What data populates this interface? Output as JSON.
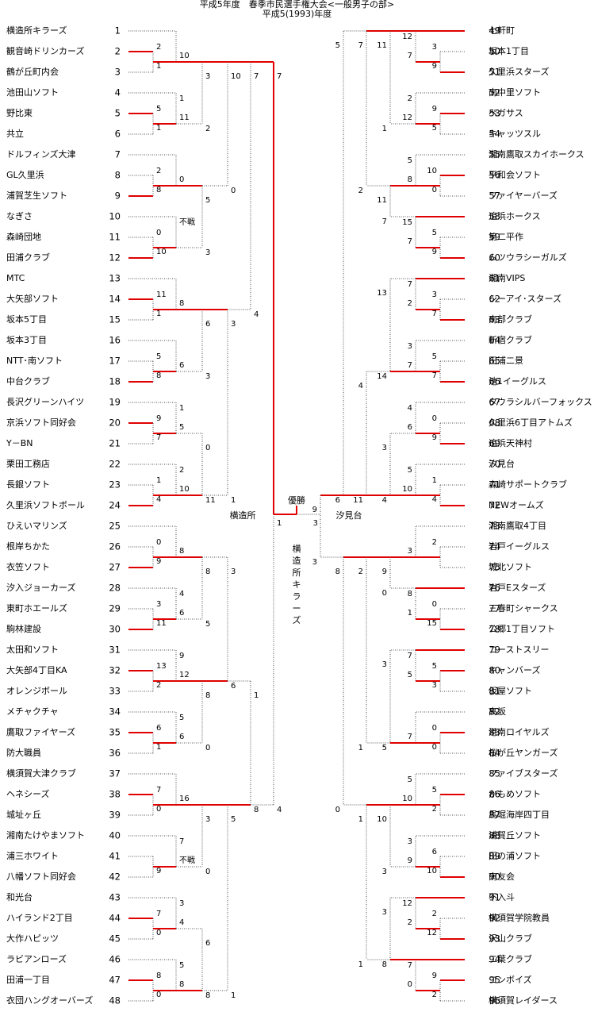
{
  "title": {
    "line1": "平成5年度　春季市民選手権大会<一般男子の部>",
    "line2": "平成5(1993)年度"
  },
  "colors": {
    "winner": "#e00000",
    "loser": "#555555"
  },
  "labels": {
    "champion_label": "優勝",
    "champion_name": "横造所キラーズ",
    "left_finalist": "横造所",
    "right_finalist": "汐見台",
    "forfeit": "不戦"
  },
  "teams": [
    "横造所キラーズ",
    "観音崎ドリンカーズ",
    "鶴が丘町内会",
    "池田山ソフト",
    "野比東",
    "共立",
    "ドルフィンズ大津",
    "GL久里浜",
    "浦賀芝生ソフト",
    "なぎさ",
    "森崎団地",
    "田浦クラブ",
    "MTC",
    "大矢部ソフト",
    "坂本5丁目",
    "坂本3丁目",
    "NTT･南ソフト",
    "中台クラブ",
    "長沢グリーンハイツ",
    "京浜ソフト同好会",
    "Y－BN",
    "栗田工務店",
    "長銀ソフト",
    "久里浜ソフトボール",
    "ひえいマリンズ",
    "根岸ちかた",
    "衣笠ソフト",
    "汐入ジョーカーズ",
    "東町ホエールズ",
    "駒林建設",
    "太田和ソフト",
    "大矢部4丁目KA",
    "オレンジボール",
    "メチャクチャ",
    "鷹取ファイヤーズ",
    "防大職員",
    "横須賀大津クラブ",
    "ヘネシーズ",
    "城址ヶ丘",
    "湘南たけやまソフト",
    "浦三ホワイト",
    "八幡ソフト同好会",
    "和光台",
    "ハイランド2丁目",
    "大作ハピッツ",
    "ラビアンローズ",
    "田浦一丁目",
    "衣団ハングオーバーズ",
    "七軒町",
    "坂本1丁目",
    "久里浜スターズ",
    "南中里ソフト",
    "ペガサス",
    "キャッツスル",
    "湘南鷹取スカイホークス",
    "平和会ソフト",
    "ファイヤーバーズ",
    "追浜ホークス",
    "第二平作",
    "ムツウラシーガルズ",
    "湘南VIPS",
    "シーアイ･スターズ",
    "南部クラブ",
    "新宿クラブ",
    "田浦二景",
    "池1イーグルス",
    "タウラシルバーフォックス",
    "久里浜6丁目アトムズ",
    "追浜天神村",
    "汐見台",
    "森崎サポートクラブ",
    "NEWオームズ",
    "湘南鷹取4丁目",
    "岩戸イーグルス",
    "城北ソフト",
    "岩戸Eスターズ",
    "三春町シャークス",
    "公郷1丁目ソフト",
    "コーストスリー",
    "キャンバーズ",
    "仮屋ソフト",
    "高坂",
    "港南ロイヤルズ",
    "桜が丘ヤンガーズ",
    "ファイブスターズ",
    "かもめソフト",
    "馬堀海岸四丁目",
    "浦賀丘ソフト",
    "田の浦ソフト",
    "南友会",
    "不入斗",
    "横須賀学院教員",
    "沢山クラブ",
    "二葉クラブ",
    "コンボイズ",
    "横須賀レイダース"
  ],
  "scores": {
    "L_r1": [
      [
        "",
        "10",
        "2",
        "1"
      ],
      [
        "1",
        "11",
        "5",
        "1"
      ],
      [
        "",
        "0",
        "2",
        "8"
      ],
      [
        "不戦",
        "",
        "0",
        "10"
      ],
      [
        "",
        "8",
        "11",
        "1"
      ],
      [
        "",
        "6",
        "5",
        "8"
      ],
      [
        "1",
        "5",
        "9",
        "7"
      ],
      [
        "2",
        "10",
        "1",
        "4"
      ],
      [
        "",
        "8",
        "0",
        "9"
      ],
      [
        "4",
        "6",
        "3",
        "11"
      ],
      [
        "9",
        "12",
        "13",
        "2"
      ],
      [
        "5",
        "6",
        "6",
        "1"
      ],
      [
        "",
        "16",
        "7",
        "0"
      ],
      [
        "7",
        "不戦",
        "",
        "9"
      ],
      [
        "3",
        "4",
        "7",
        "0"
      ],
      [
        "5",
        "8",
        "8",
        "0"
      ]
    ],
    "L_r2": [
      [
        "3",
        "2"
      ],
      [
        "5",
        "3"
      ],
      [
        "6",
        "3"
      ],
      [
        "0",
        "11"
      ],
      [
        "8",
        "5"
      ],
      [
        "8",
        "0"
      ],
      [
        "3",
        "0"
      ],
      [
        "6",
        "8"
      ]
    ],
    "L_r3": [
      [
        "10",
        "0"
      ],
      [
        "3",
        "1"
      ],
      [
        "3",
        "6"
      ],
      [
        "5",
        "1"
      ]
    ],
    "L_r4": [
      [
        "7",
        "4"
      ],
      [
        "1",
        "8"
      ]
    ],
    "L_r5": [
      [
        "7",
        "4"
      ]
    ],
    "R_r1": [
      [
        "12",
        "7",
        "3",
        "9"
      ],
      [
        "2",
        "12",
        "9",
        "5"
      ],
      [
        "5",
        "8",
        "10",
        "0"
      ],
      [
        "15",
        "7",
        "5",
        "9"
      ],
      [
        "7",
        "2",
        "3",
        "7"
      ],
      [
        "3",
        "7",
        "5",
        "7"
      ],
      [
        "4",
        "6",
        "0",
        "9"
      ],
      [
        "5",
        "10",
        "1",
        "4"
      ],
      [
        "",
        "3",
        "2",
        ""
      ],
      [
        "8",
        "1",
        "0",
        "15"
      ],
      [
        "7",
        "5",
        "5",
        "3"
      ],
      [
        "",
        "7",
        "0",
        "0"
      ],
      [
        "5",
        "10",
        "5",
        "2"
      ],
      [
        "3",
        "9",
        "6",
        "10"
      ],
      [
        "12",
        "2",
        "2",
        "12"
      ],
      [
        "7",
        "0",
        "9",
        "2"
      ]
    ],
    "R_r2": [
      [
        "11",
        "1"
      ],
      [
        "11",
        "7"
      ],
      [
        "13",
        "14"
      ],
      [
        "3",
        "4"
      ],
      [
        "9",
        "0"
      ],
      [
        "3",
        "5"
      ],
      [
        "10",
        "3"
      ],
      [
        "3",
        "8"
      ]
    ],
    "R_r3": [
      [
        "7",
        "2"
      ],
      [
        "4",
        "11"
      ],
      [
        "2",
        "1"
      ],
      [
        "1",
        "1"
      ]
    ],
    "R_r4": [
      [
        "5",
        "6"
      ],
      [
        "8",
        "0"
      ]
    ],
    "R_r5": [
      [
        "9",
        "3"
      ]
    ],
    "final": [
      "1",
      "3"
    ]
  }
}
